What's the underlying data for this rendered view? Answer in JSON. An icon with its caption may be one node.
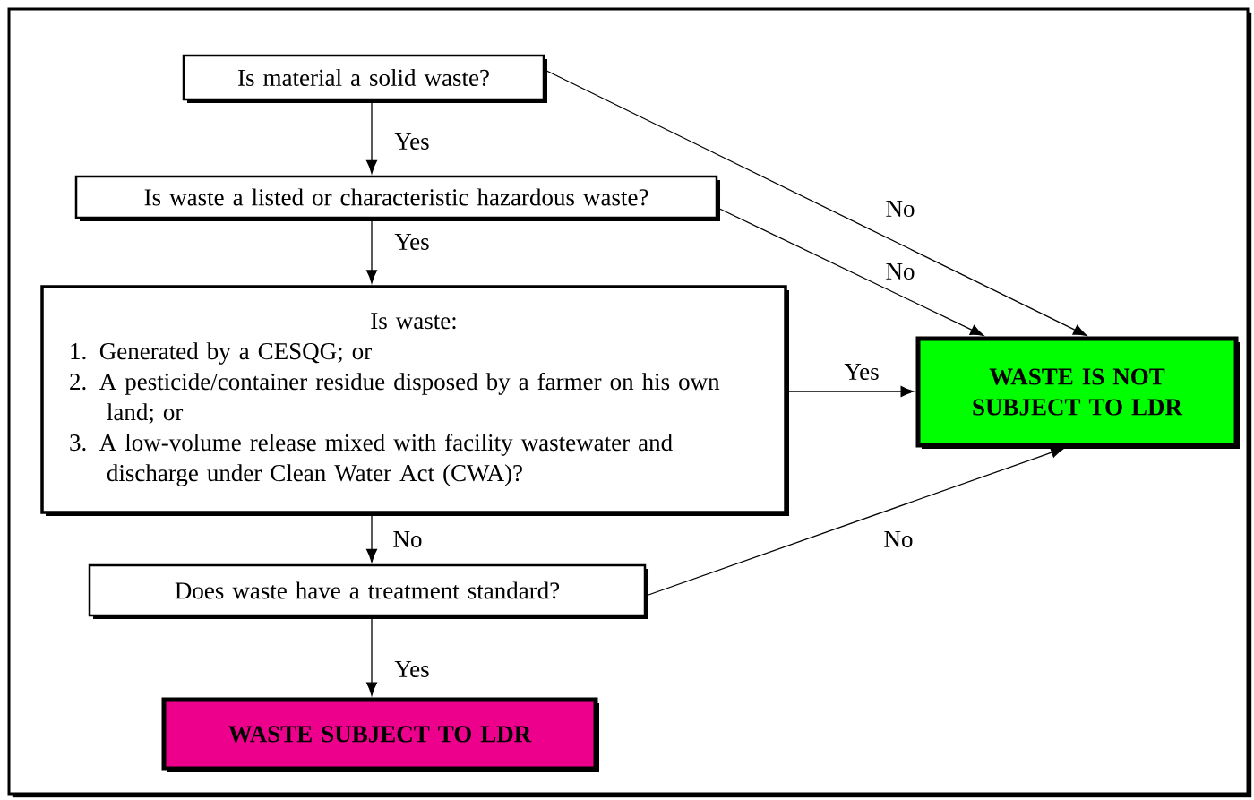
{
  "diagram": {
    "nodes": [
      {
        "text": [
          "Is material a solid waste?"
        ]
      },
      {
        "text": [
          "Is waste a listed or characteristic hazardous waste?"
        ]
      },
      {
        "text": [
          "Is waste:",
          "1. Generated by a CESQG; or",
          "2. A pesticide/container residue disposed by a farmer on his own land; or",
          "3. A low-volume release mixed with facility wastewater and discharge under Clean Water Act (CWA)?"
        ]
      },
      {
        "text": [
          "Does waste have a treatment standard?"
        ]
      },
      {
        "text": [
          "WASTE SUBJECT TO LDR"
        ]
      },
      {
        "text": [
          "WASTE IS NOT SUBJECT TO LDR"
        ]
      }
    ],
    "edges": [
      {
        "from": 0,
        "to": 1,
        "arrow": "to",
        "label": "Yes"
      },
      {
        "from": 1,
        "to": 2,
        "arrow": "to",
        "label": "Yes"
      },
      {
        "from": 2,
        "to": 3,
        "arrow": "to",
        "label": "No"
      },
      {
        "from": 3,
        "to": 4,
        "arrow": "to",
        "label": "Yes"
      },
      {
        "from": 0,
        "to": 5,
        "arrow": "to",
        "label": "No"
      },
      {
        "from": 1,
        "to": 5,
        "arrow": "to",
        "label": "No"
      },
      {
        "from": 2,
        "to": 5,
        "arrow": "to",
        "label": "Yes"
      },
      {
        "from": 3,
        "to": 5,
        "arrow": "to",
        "label": "No"
      }
    ]
  }
}
